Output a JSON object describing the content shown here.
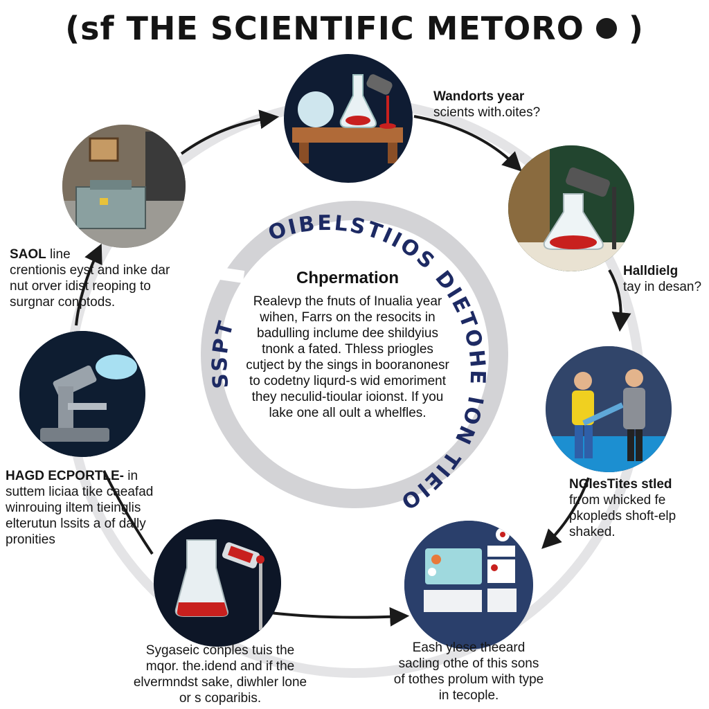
{
  "title": "(sf THE SCIENTIFIC METORO",
  "title_close": ")",
  "ring": {
    "right_text": "OIBELSTIIOS DIETOHE ION TIEIO A",
    "left_text": "SSPT"
  },
  "center": {
    "title": "Chpermation",
    "body": "Realevp the fnuts of Inualia year wihen, Farrs on the resocits in badulling inclume dee shildyius tnonk a fated. Thless priogles cutject by the sings in booranonesr to codetny liqurd-s wid emoriment they neculid-tioular ioionst. If you lake one all oult a whelfles."
  },
  "nodes": [
    {
      "id": "top",
      "icon": "flask-and-globe-icon",
      "caption_head": "Wandorts year",
      "caption_body": "scients with.oites?"
    },
    {
      "id": "upper-right",
      "icon": "flask-with-lamp-icon",
      "caption_head": "Halldielg",
      "caption_body": "tay in desan?"
    },
    {
      "id": "right",
      "icon": "people-with-guitar-icon",
      "caption_head": "NGlesTites stled",
      "caption_body": "frrom whicked fe pkopleds shoft-elp shaked."
    },
    {
      "id": "lower-right",
      "icon": "screen-panels-icon",
      "caption_head": "",
      "caption_body": "Eash ylese theeard sacling othe of this sons of tothes prolum with type in tecople."
    },
    {
      "id": "lower-left",
      "icon": "flask-pour-icon",
      "caption_head": "",
      "caption_body": "Sygaseic conples tuis the mqor. the.idend and if the elvermndst sake, diwhler lone or s coparibis."
    },
    {
      "id": "left",
      "icon": "microscope-icon",
      "caption_head": "HAGD ECPORTLE-",
      "caption_head_tail": " in",
      "caption_body": "suttem liciaa tike caeafad winrouing iltem tieinglis elterutun lssits a of dally pronities"
    },
    {
      "id": "upper-left",
      "icon": "lab-room-icon",
      "caption_head": "SAOL",
      "caption_head_tail": " line",
      "caption_body": "crentionis eyst and inke dar nut orver idist reoping to surgnar conptods."
    }
  ],
  "colors": {
    "ring": "#d3d3d6",
    "ring_text": "#1d2a63",
    "arrow": "#1a1a1a",
    "circle_dark": "#0f1c33",
    "accent_red": "#c8201e"
  }
}
